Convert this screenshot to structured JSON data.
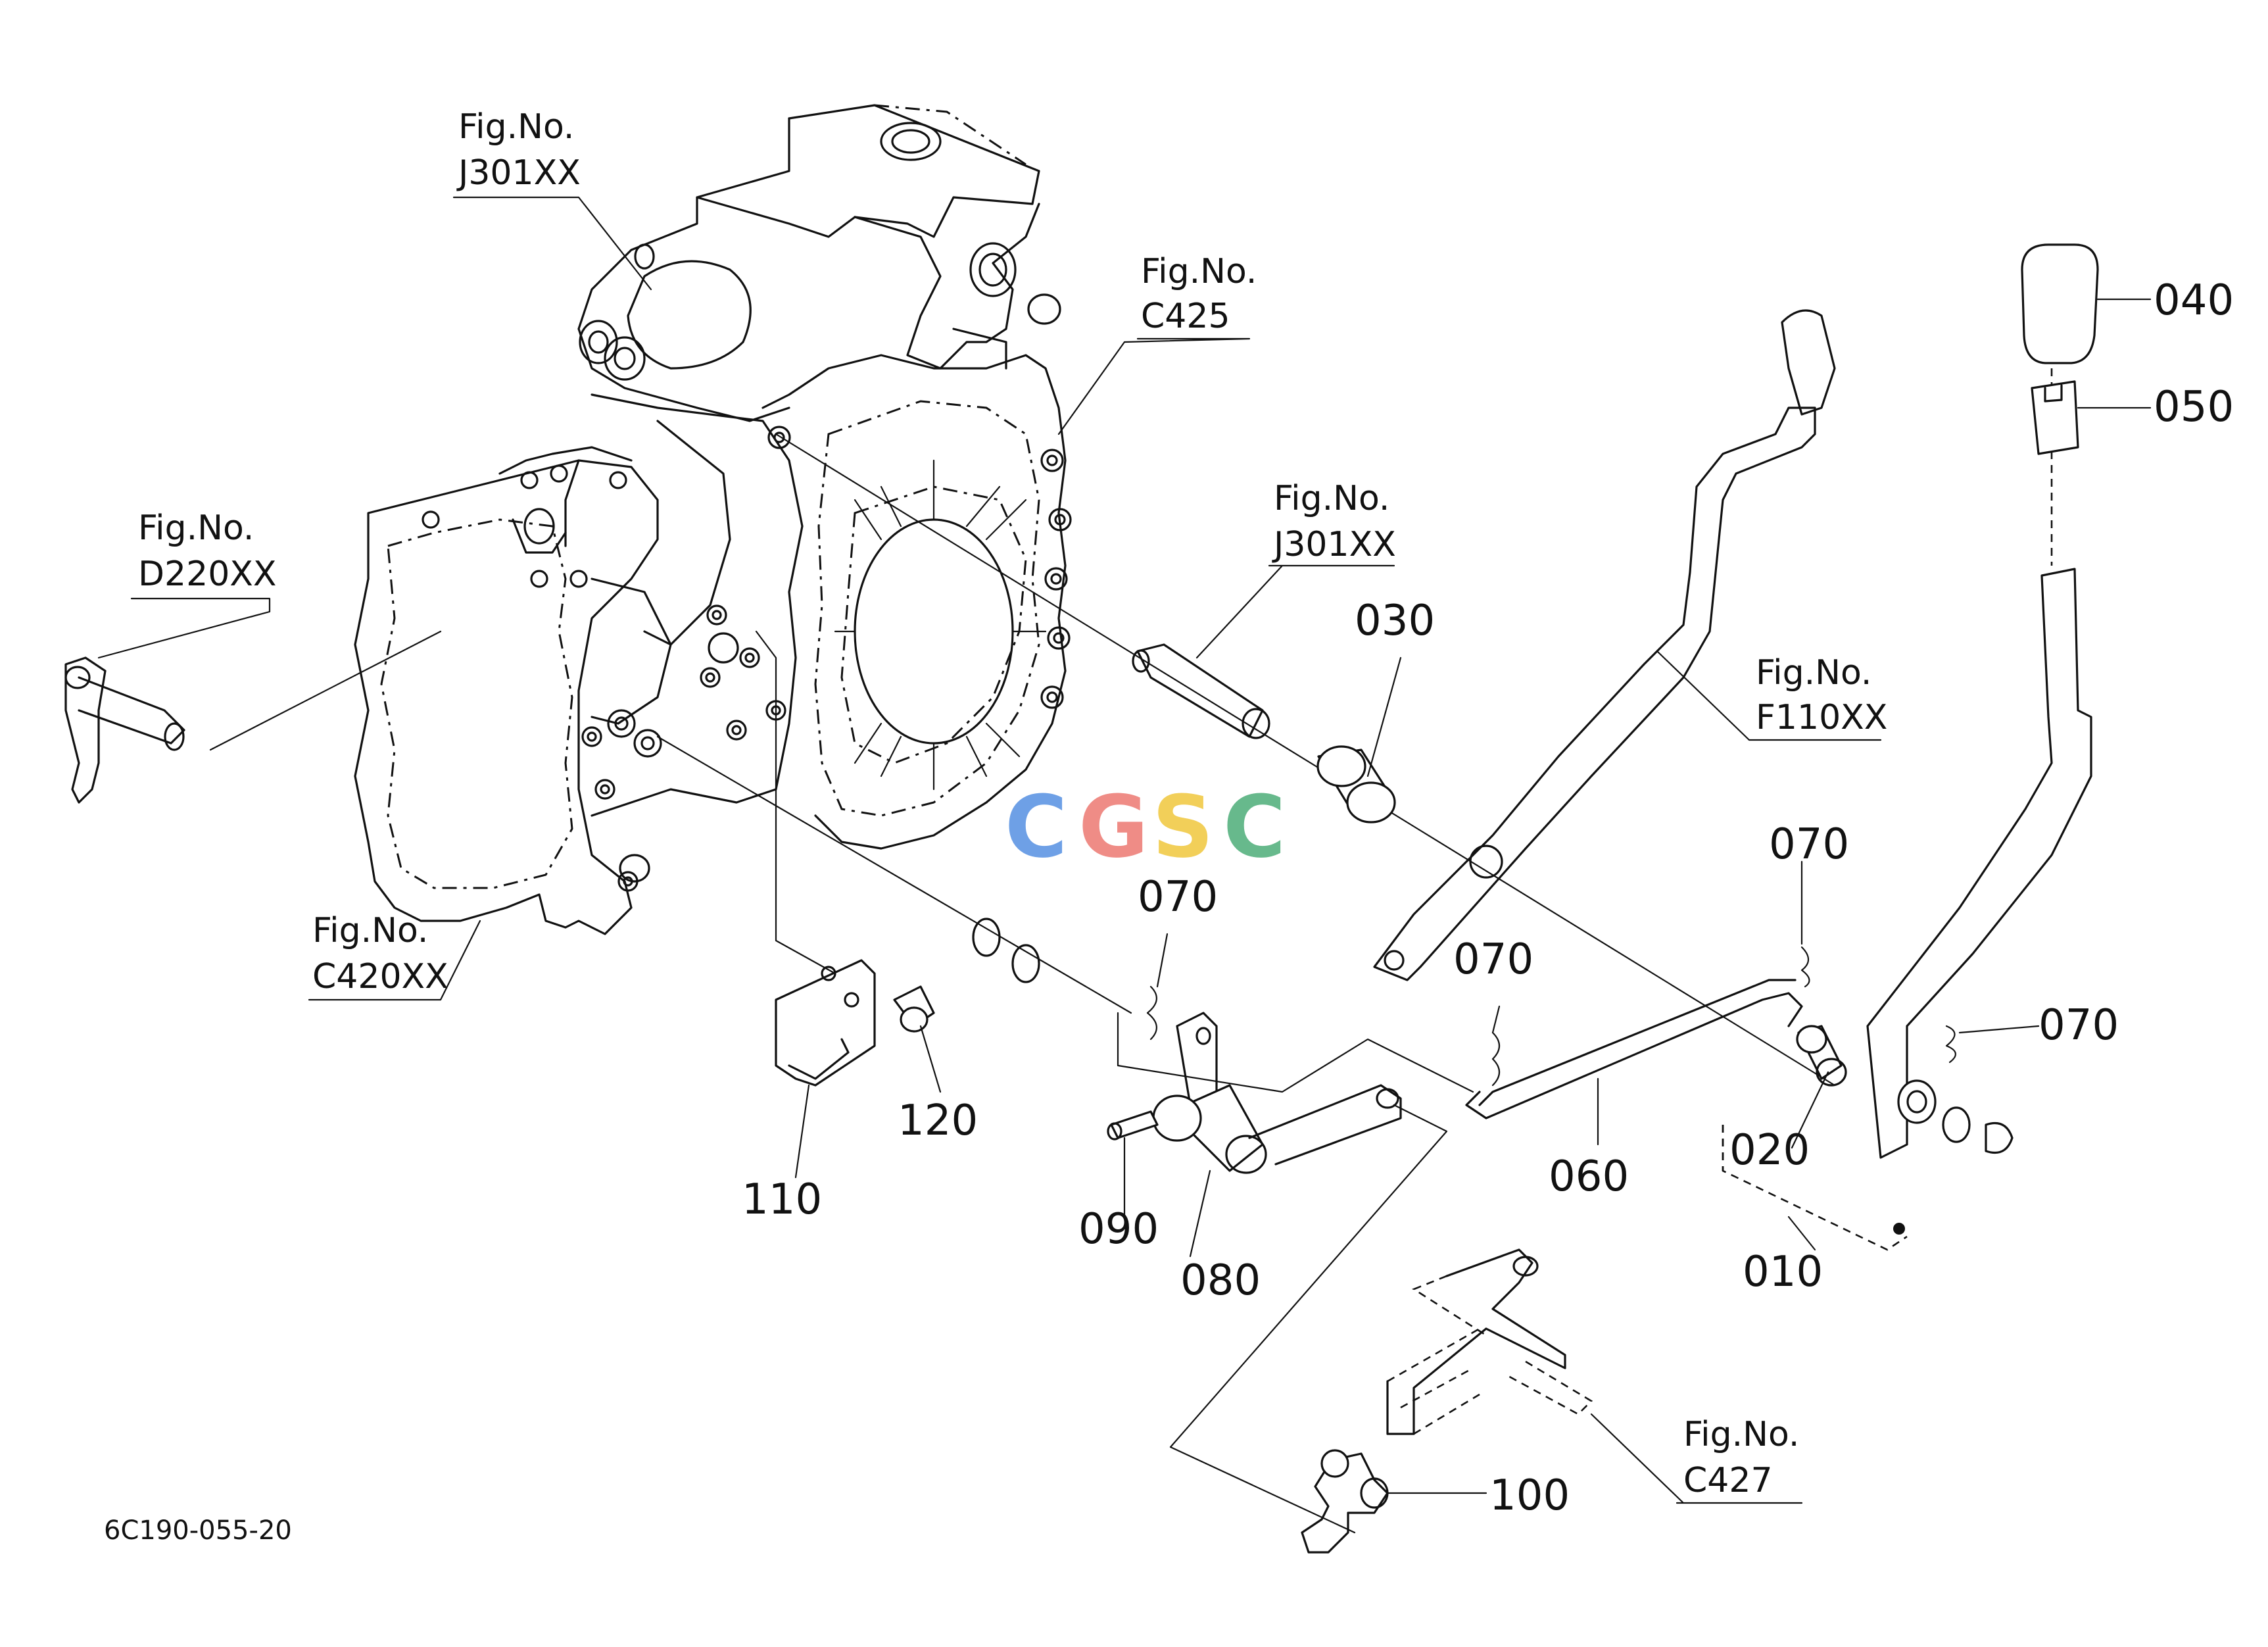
{
  "drawing_code": "6C190-055-20",
  "watermark": {
    "letters": [
      "C",
      "G",
      "S",
      "C"
    ],
    "colors": [
      "#6ea0e6",
      "#ef8c86",
      "#f2cf59",
      "#67b98c"
    ]
  },
  "figure_refs": {
    "j301_top": {
      "caption": "Fig.No.",
      "code": "J301XX"
    },
    "c425": {
      "caption": "Fig.No.",
      "code": "C425"
    },
    "d220": {
      "caption": "Fig.No.",
      "code": "D220XX"
    },
    "j301_mid": {
      "caption": "Fig.No.",
      "code": "J301XX"
    },
    "f110": {
      "caption": "Fig.No.",
      "code": "F110XX"
    },
    "c420": {
      "caption": "Fig.No.",
      "code": "C420XX"
    },
    "c427": {
      "caption": "Fig.No.",
      "code": "C427"
    }
  },
  "parts": {
    "p010": "010",
    "p020": "020",
    "p030": "030",
    "p040": "040",
    "p050": "050",
    "p060": "060",
    "p070_a": "070",
    "p070_b": "070",
    "p070_c": "070",
    "p070_d": "070",
    "p080": "080",
    "p090": "090",
    "p100": "100",
    "p110": "110",
    "p120": "120"
  }
}
